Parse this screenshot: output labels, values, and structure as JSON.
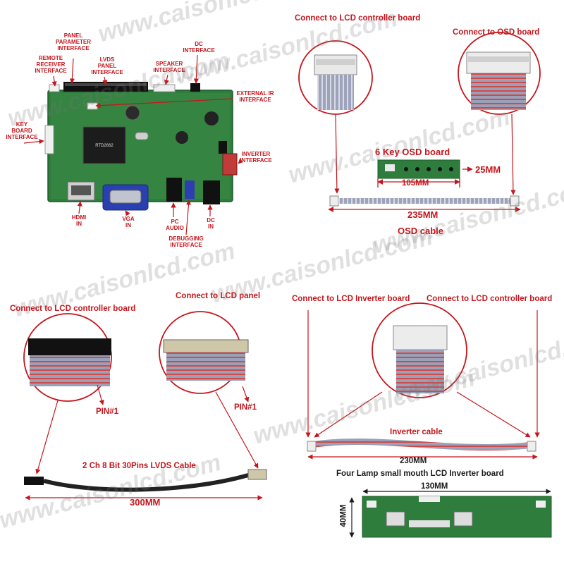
{
  "colors": {
    "accent": "#c4161c",
    "pcb": "#2f7d3c",
    "cable": "#8f94ad",
    "dark": "#1a1a1a"
  },
  "watermark": "www.caisonlcd.com",
  "controller_board": {
    "labels": {
      "panel_parameter": "PANEL\nPARAMETER\nINTERFACE",
      "remote_receiver": "REMOTE\nRECEIVER\nINTERFACE",
      "lvds_panel": "LVDS\nPANEL\nINTERFACE",
      "speaker": "SPEAKER\nINTERFACE",
      "dc_interface": "DC\nINTERFACE",
      "external_ir": "EXTERNAL IR\nINTERFACE",
      "key_board": "KEY\nBOARD\nINTERFACE",
      "inverter": "INVERTER\nINTERFACE",
      "hdmi_in": "HDMI\nIN",
      "vga_in": "VGA\nIN",
      "pc_audio": "PC\nAUDIO",
      "debugging": "DEBUGGING\nINTERFACE",
      "dc_in": "DC\nIN"
    }
  },
  "osd": {
    "connect_controller": "Connect to LCD controller board",
    "connect_osd": "Connect to OSD board",
    "board_title": "6 Key OSD board",
    "dim_width": "105MM",
    "dim_height": "25MM",
    "cable_length": "235MM",
    "cable_title": "OSD cable"
  },
  "lvds": {
    "connect_controller": "Connect to LCD controller board",
    "connect_panel": "Connect to LCD panel",
    "pin1_left": "PIN#1",
    "pin1_right": "PIN#1",
    "cable_title": "2 Ch 8 Bit 30Pins LVDS Cable",
    "cable_length": "300MM"
  },
  "inverter": {
    "connect_inverter": "Connect to LCD Inverter board",
    "connect_controller": "Connect to LCD controller board",
    "cable_title": "Inverter cable",
    "cable_length": "230MM",
    "board_title": "Four Lamp small mouth LCD Inverter board",
    "board_width": "130MM",
    "board_height": "40MM"
  }
}
